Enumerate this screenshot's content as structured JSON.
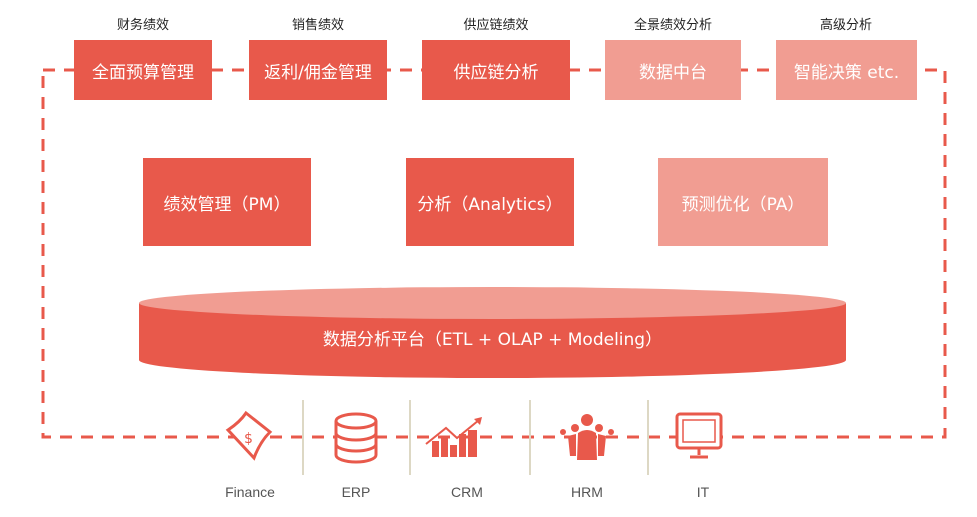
{
  "top_row": [
    {
      "category": "财务绩效",
      "label": "全面预算管理",
      "style": "dark"
    },
    {
      "category": "销售绩效",
      "label": "返利/佣金管理",
      "style": "dark"
    },
    {
      "category": "供应链绩效",
      "label": "供应链分析",
      "style": "dark"
    },
    {
      "category": "全景绩效分析",
      "label": "数据中台",
      "style": "light"
    },
    {
      "category": "高级分析",
      "label": "智能决策 etc.",
      "style": "light"
    }
  ],
  "middle_row": [
    {
      "label": "绩效管理（PM）",
      "style": "dark"
    },
    {
      "label": "分析（Analytics）",
      "style": "dark"
    },
    {
      "label": "预测优化（PA）",
      "style": "light"
    }
  ],
  "platform": {
    "label": "数据分析平台（ETL + OLAP + Modeling）"
  },
  "sources": [
    {
      "label": "Finance",
      "icon": "money-icon"
    },
    {
      "label": "ERP",
      "icon": "database-icon"
    },
    {
      "label": "CRM",
      "icon": "growth-chart-icon"
    },
    {
      "label": "HRM",
      "icon": "people-icon"
    },
    {
      "label": "IT",
      "icon": "monitor-icon"
    }
  ],
  "colors": {
    "dark": "#e8594b",
    "light": "#f19d92",
    "separator": "#ddd8c4"
  }
}
